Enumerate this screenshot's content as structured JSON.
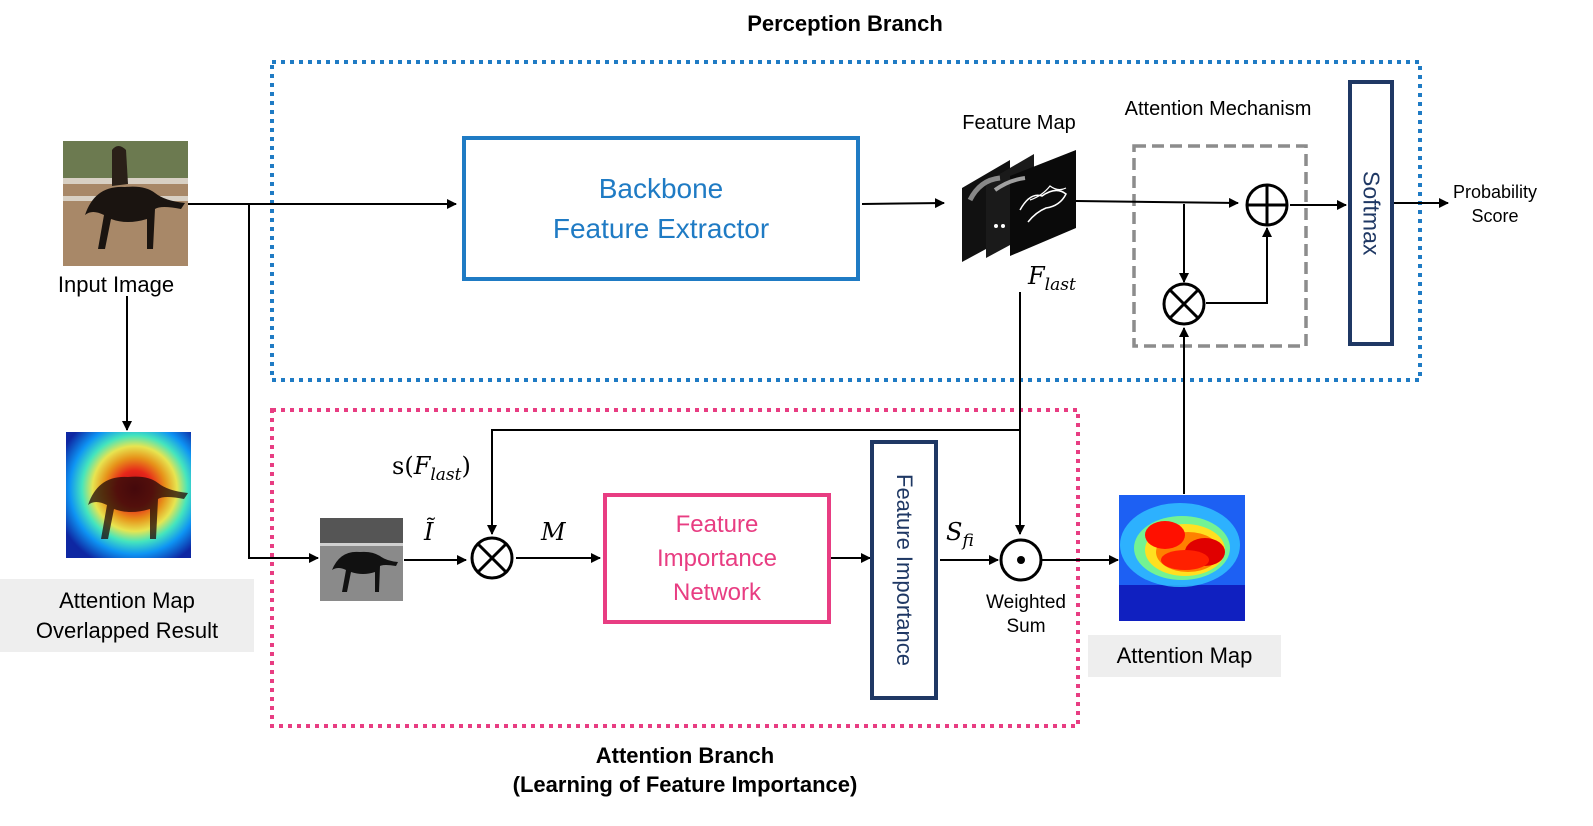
{
  "perception_branch": {
    "title": "Perception Branch"
  },
  "attention_branch": {
    "title_line1": "Attention Branch",
    "title_line2": "(Learning of Feature Importance)"
  },
  "input_image": {
    "label": "Input Image"
  },
  "backbone": {
    "line1": "Backbone",
    "line2": "Feature Extractor"
  },
  "feature_map": {
    "label": "Feature Map",
    "symbol": "F",
    "subscript": "last"
  },
  "attention_mechanism": {
    "label": "Attention Mechanism"
  },
  "softmax": {
    "label": "Softmax"
  },
  "probability": {
    "line1": "Probability",
    "line2": "Score"
  },
  "score_fn": {
    "prefix": "s(",
    "symbol": "F",
    "subscript": "last",
    "suffix": ")"
  },
  "masked_image": {
    "symbol": "Ĩ"
  },
  "mask": {
    "symbol": "M"
  },
  "fin": {
    "line1": "Feature",
    "line2": "Importance",
    "line3": "Network"
  },
  "feature_importance": {
    "label": "Feature Importance"
  },
  "sfi": {
    "symbol": "S",
    "subscript": "fi"
  },
  "weighted_sum": {
    "line1": "Weighted",
    "line2": "Sum"
  },
  "attention_map": {
    "label": "Attention Map"
  },
  "overlap_result": {
    "line1": "Attention Map",
    "line2": "Overlapped Result"
  },
  "colors": {
    "perception_border": "#1f7bc4",
    "attention_border": "#e83d82",
    "dark_navy": "#1f3864",
    "mechanism_border": "#8c8c8c"
  }
}
